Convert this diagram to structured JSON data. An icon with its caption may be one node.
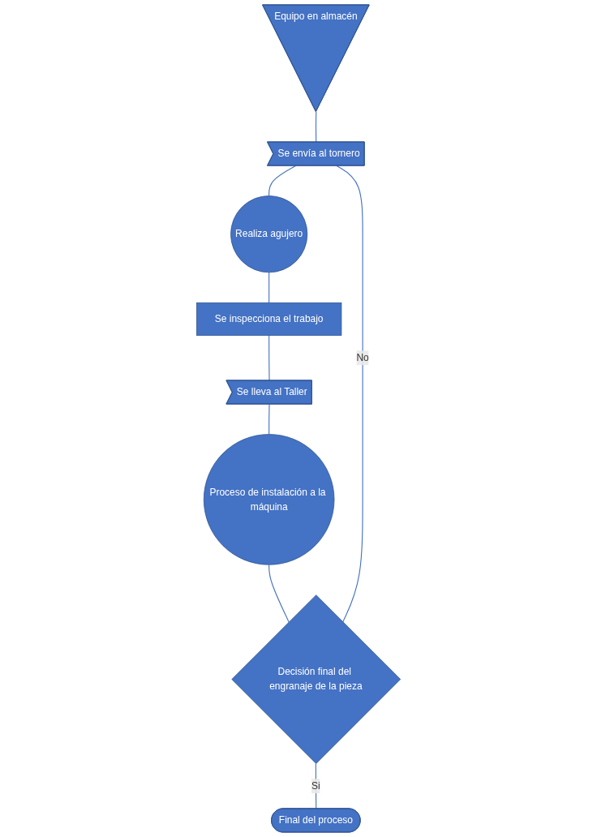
{
  "diagram": {
    "nodes": [
      {
        "text": [
          "Equipo en almacén"
        ]
      },
      {
        "text": [
          "Se envía al tornero"
        ]
      },
      {
        "text": [
          "Realiza agujero"
        ]
      },
      {
        "text": [
          "Se inspecciona el trabajo"
        ]
      },
      {
        "text": [
          "Se lleva al Taller"
        ]
      },
      {
        "text": [
          "Proceso de instalación a la máquina"
        ]
      },
      {
        "text": [
          "Decisión final del engranaje de la pieza"
        ]
      },
      {
        "text": [
          "Final del proceso"
        ]
      }
    ],
    "edges": [
      {
        "from": 0,
        "to": 1,
        "arrow": "none"
      },
      {
        "from": 1,
        "to": 2,
        "arrow": "none"
      },
      {
        "from": 2,
        "to": 3,
        "arrow": "none"
      },
      {
        "from": 3,
        "to": 4,
        "arrow": "none"
      },
      {
        "from": 4,
        "to": 5,
        "arrow": "none"
      },
      {
        "from": 5,
        "to": 6,
        "arrow": "none"
      },
      {
        "from": 6,
        "to": 1,
        "arrow": "none",
        "label": "No"
      },
      {
        "from": 6,
        "to": 7,
        "arrow": "none",
        "label": "Si"
      }
    ]
  }
}
